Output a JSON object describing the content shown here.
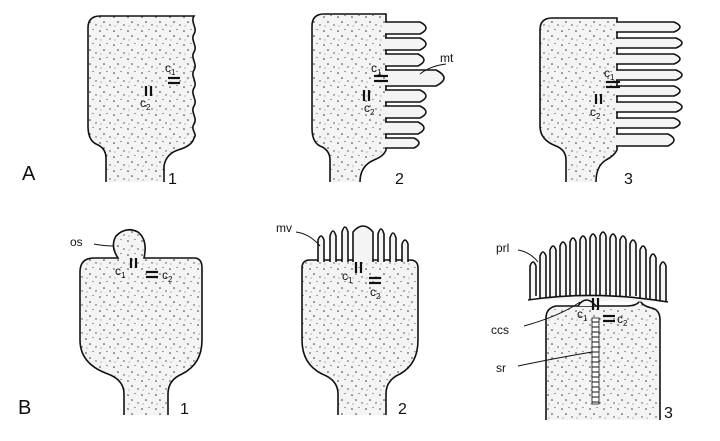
{
  "rows": [
    {
      "label": "A",
      "panels": [
        {
          "number": "1",
          "c1": "c",
          "c1_sub": "1",
          "c2": "c",
          "c2_sub": "2"
        },
        {
          "number": "2",
          "c1": "c",
          "c1_sub": "1",
          "c2": "c",
          "c2_sub": "2",
          "callouts": [
            "mt"
          ]
        },
        {
          "number": "3",
          "c1": "c",
          "c1_sub": "1",
          "c2": "c",
          "c2_sub": "2"
        }
      ]
    },
    {
      "label": "B",
      "panels": [
        {
          "number": "1",
          "c1": "c",
          "c1_sub": "1",
          "c2": "c",
          "c2_sub": "2",
          "callouts": [
            "os"
          ]
        },
        {
          "number": "2",
          "c1": "c",
          "c1_sub": "1",
          "c2": "c",
          "c2_sub": "2",
          "callouts": [
            "mv"
          ]
        },
        {
          "number": "3",
          "c1": "c",
          "c1_sub": "1",
          "c2": "c",
          "c2_sub": "2",
          "callouts": [
            "prl",
            "ccs",
            "sr"
          ]
        }
      ]
    }
  ]
}
